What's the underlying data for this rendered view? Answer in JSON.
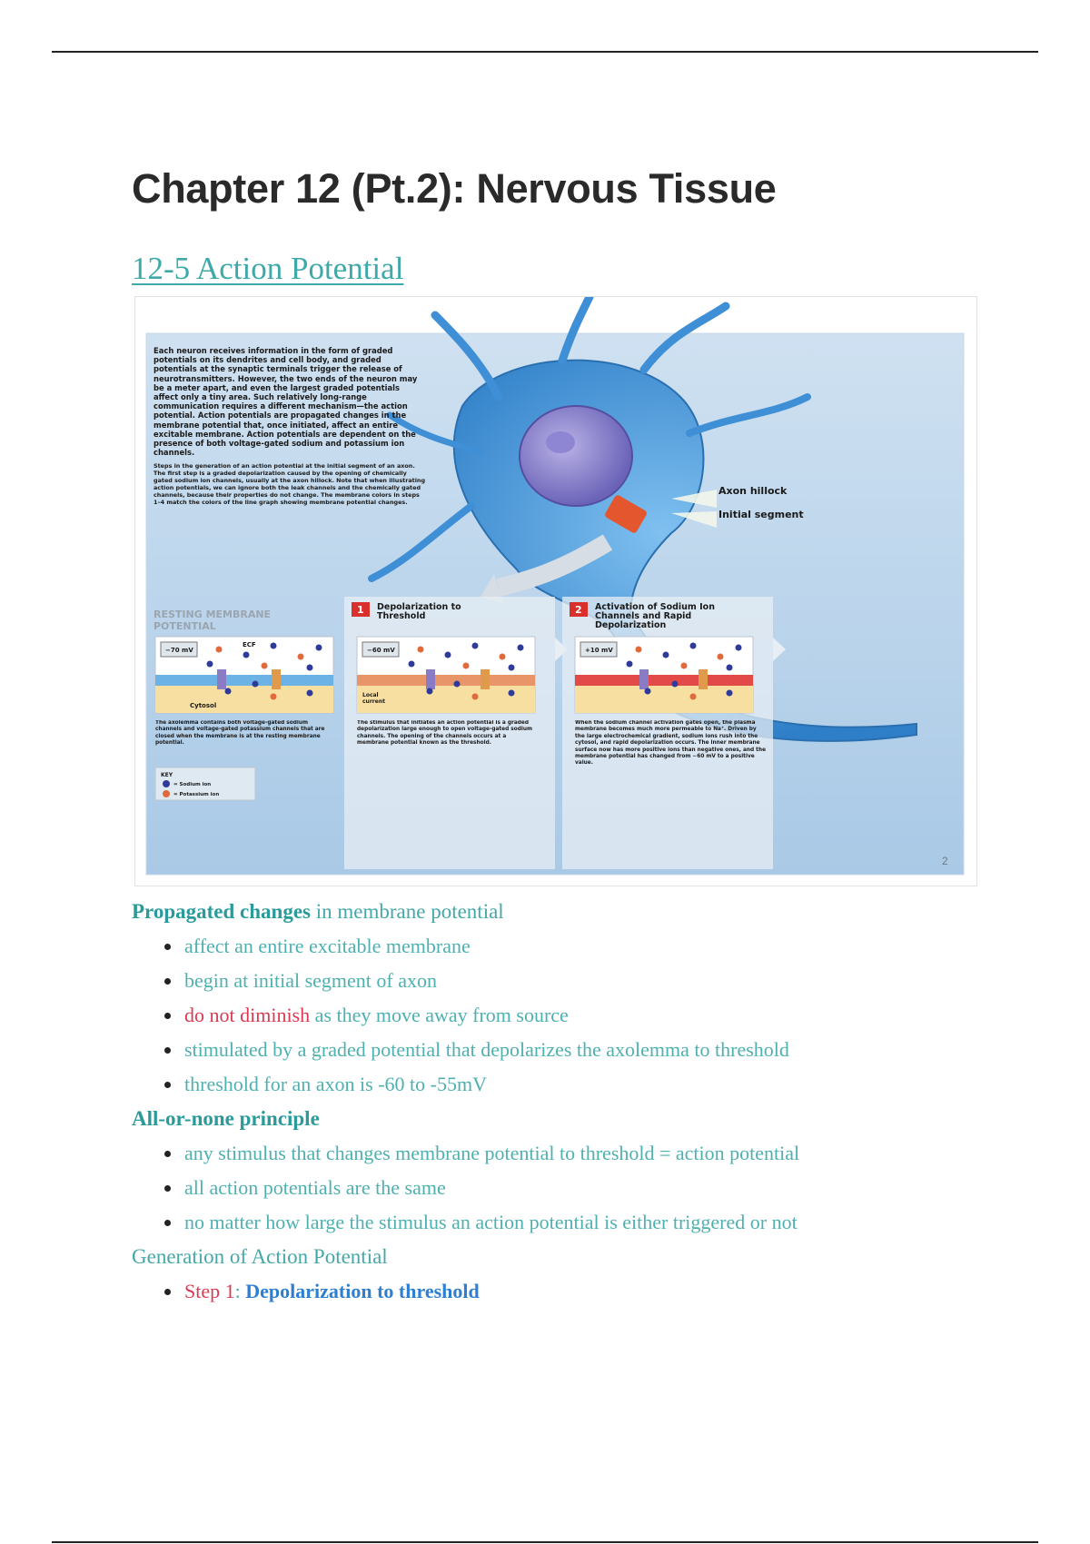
{
  "document": {
    "title": "Chapter 12 (Pt.2): Nervous Tissue",
    "section_title": "12-5 Action Potential"
  },
  "figure": {
    "intro_text": "Each neuron receives information in the form of graded potentials on its dendrites and cell body, and graded potentials at the synaptic terminals trigger the release of neurotransmitters. However, the two ends of the neuron may be a meter apart, and even the largest graded potentials affect only a tiny area. Such relatively long-range communication requires a different mechanism—the action potential. Action potentials are propagated changes in the membrane potential that, once initiated, affect an entire excitable membrane. Action potentials are dependent on the presence of both voltage-gated sodium and potassium ion channels.",
    "steps_text": "Steps in the generation of an action potential at the initial segment of an axon. The first step is a graded depolarization caused by the opening of chemically gated sodium ion channels, usually at the axon hillock. Note that when illustrating action potentials, we can ignore both the leak channels and the chemically gated channels, because their properties do not change. The membrane colors in steps 1–4 match the colors of the line graph showing membrane potential changes.",
    "label_axon_hillock": "Axon hillock",
    "label_initial_segment": "Initial segment",
    "resting_title_line1": "RESTING MEMBRANE",
    "resting_title_line2": "POTENTIAL",
    "panel_resting": {
      "voltage": "−70 mV",
      "ecf": "ECF",
      "cytosol": "Cytosol",
      "caption": "The axolemma contains both voltage-gated sodium channels and voltage-gated potassium channels that are closed when the membrane is at the resting membrane potential."
    },
    "panel_1": {
      "number": "1",
      "title_line1": "Depolarization to",
      "title_line2": "Threshold",
      "voltage": "−60 mV",
      "local_current_line1": "Local",
      "local_current_line2": "current",
      "caption": "The stimulus that initiates an action potential is a graded depolarization large enough to open voltage-gated sodium channels. The opening of the channels occurs at a membrane potential known as the threshold."
    },
    "panel_2": {
      "number": "2",
      "title_line1": "Activation of Sodium Ion",
      "title_line2": "Channels and Rapid",
      "title_line3": "Depolarization",
      "voltage": "+10 mV",
      "caption": "When the sodium channel activation gates open, the plasma membrane becomes much more permeable to Na⁺. Driven by the large electrochemical gradient, sodium ions rush into the cytosol, and rapid depolarization occurs. The inner membrane surface now has more positive ions than negative ones, and the membrane potential has changed from −60 mV to a positive value."
    },
    "key": {
      "title": "KEY",
      "sodium": "= Sodium ion",
      "potassium": "= Potassium ion"
    },
    "page_number": "2"
  },
  "notes": {
    "propagated_head_bold": "Propagated changes",
    "propagated_head_rest": " in membrane potential",
    "propagated_items": [
      "affect an entire excitable membrane",
      "begin at initial segment of axon"
    ],
    "diminish_red": "do not diminish",
    "diminish_rest": " as they move away from source",
    "propagated_items_2": [
      "stimulated by a graded potential that depolarizes the axolemma to threshold",
      "threshold for an axon is -60 to -55mV"
    ],
    "allornone_head": "All-or-none principle",
    "allornone_items": [
      "any stimulus that changes membrane potential to threshold = action potential",
      "all action potentials are the same",
      "no matter how large the stimulus an action potential is either triggered or not"
    ],
    "generation_head": "Generation of Action Potential",
    "step1_red": "Step 1",
    "step1_colon": ": ",
    "step1_blue": "Depolarization to threshold"
  },
  "colors": {
    "teal": "#46a7a7",
    "red": "#d93a52",
    "blue": "#2d7fd1",
    "neuron": "#3f8fd6"
  }
}
